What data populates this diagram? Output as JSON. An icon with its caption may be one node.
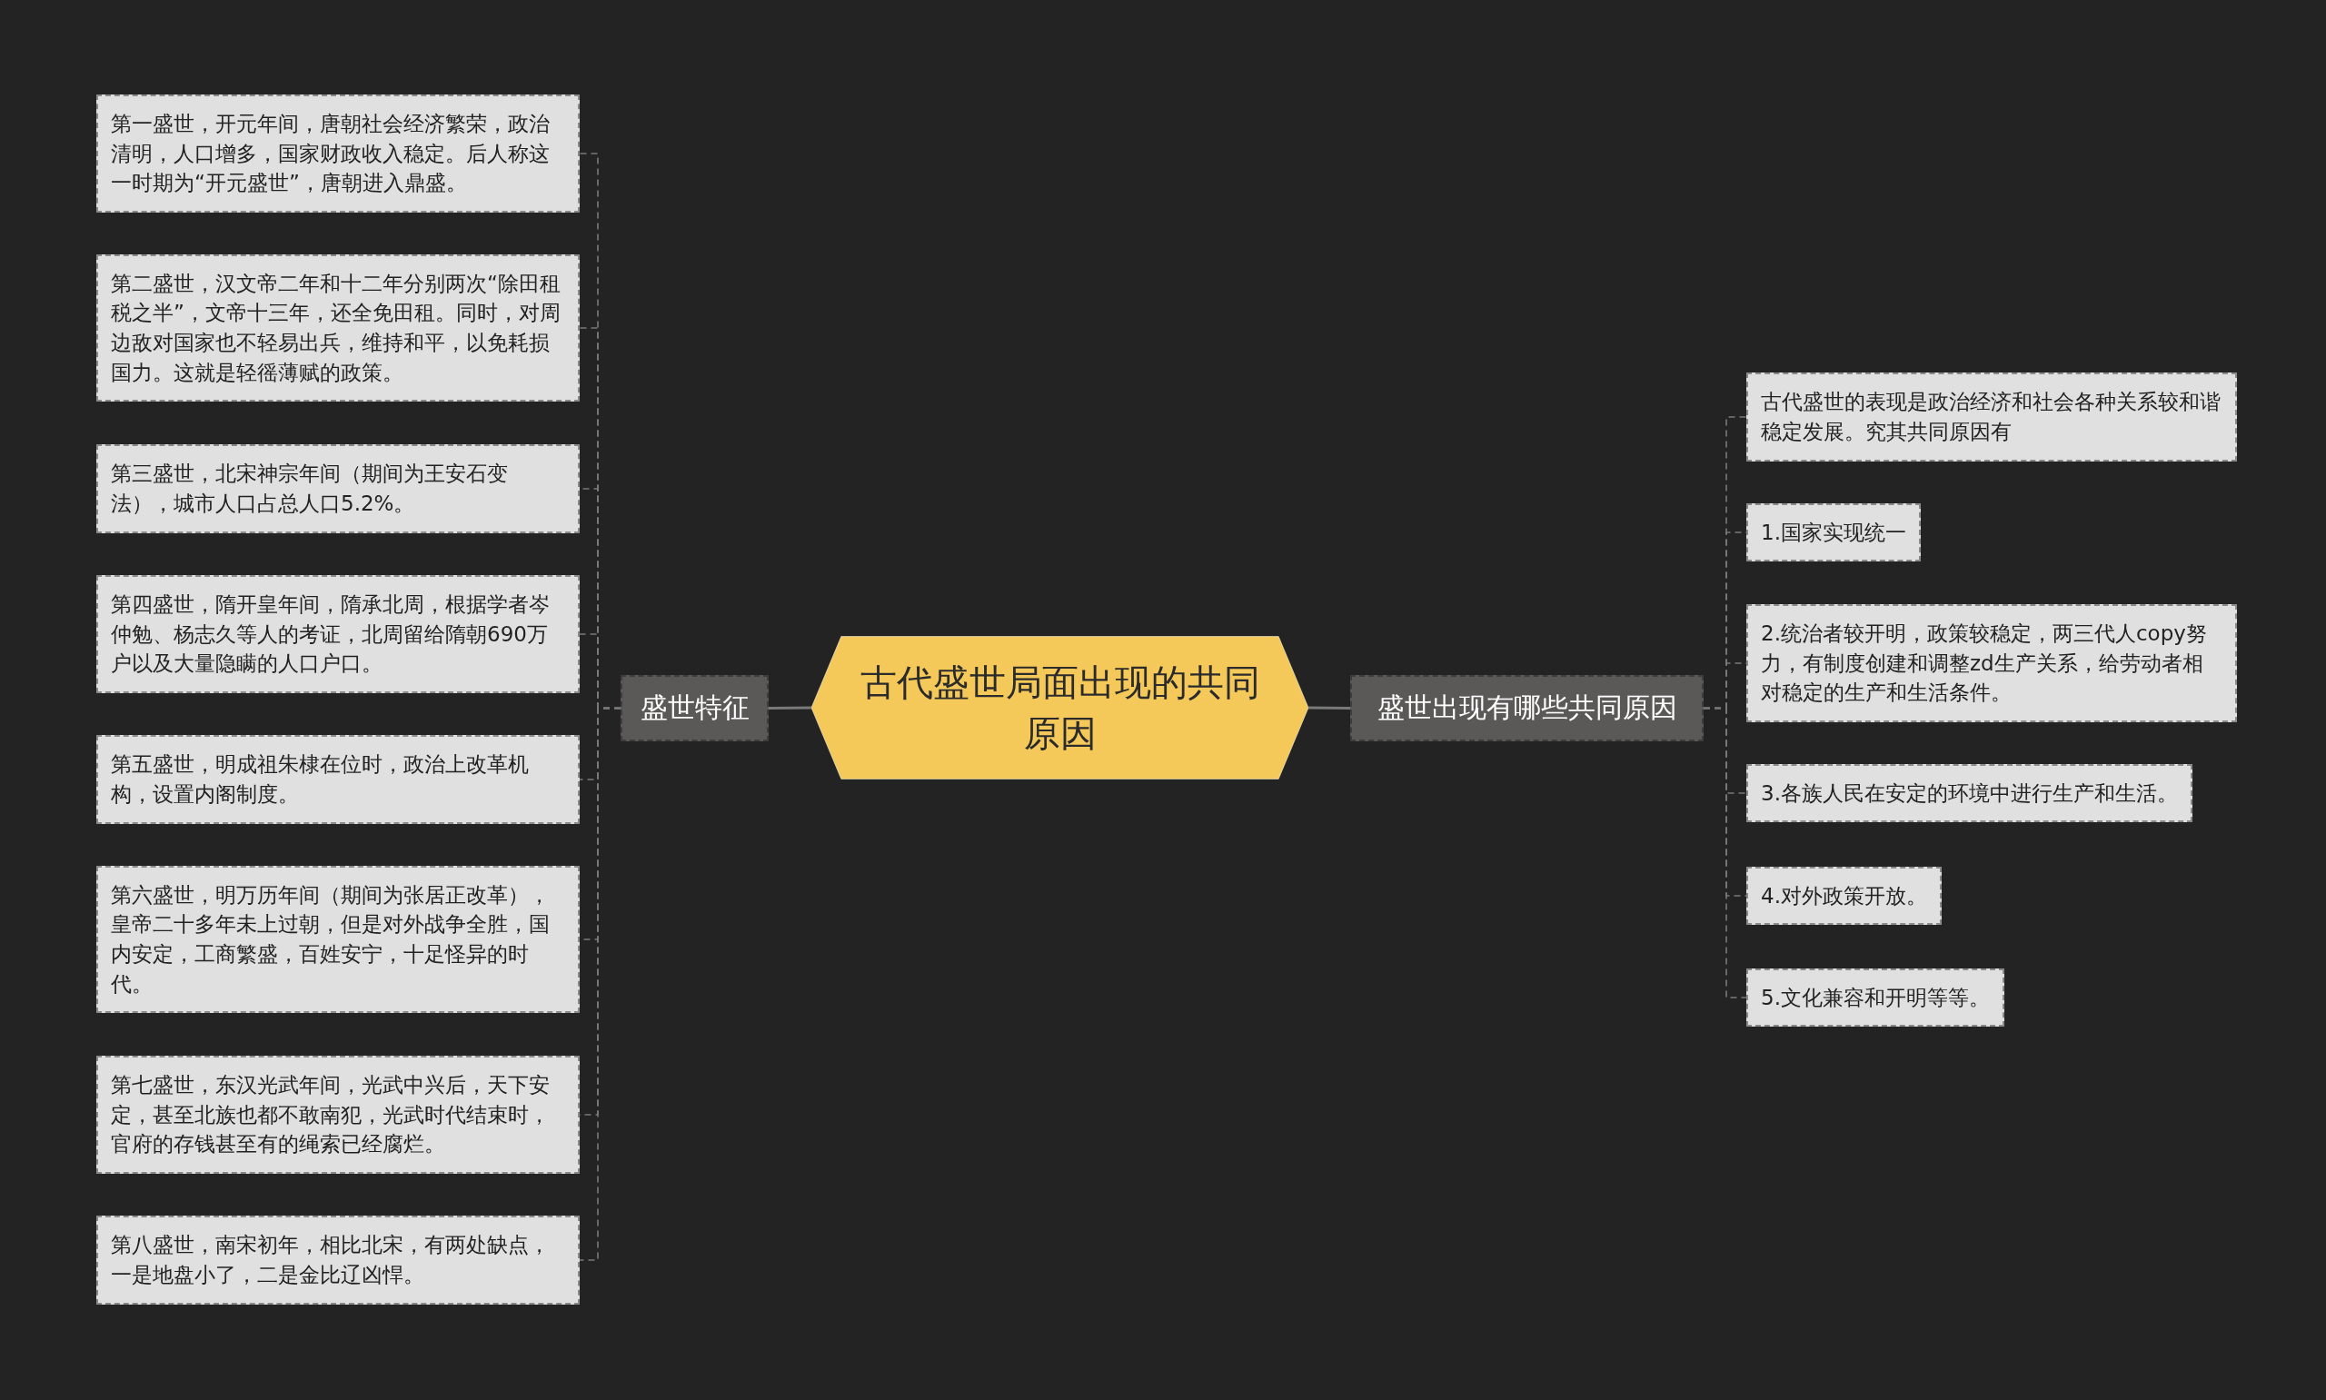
{
  "diagram": {
    "nodes": [
      {
        "text": [
          "古代盛世局面出现的共同原因"
        ]
      },
      {
        "text": [
          "盛世特征"
        ]
      },
      {
        "text": [
          "第一盛世，开元年间，唐朝社会经济繁荣，政治清明，人口增多，国家财政收入稳定。后人称这一时期为“开元盛世”，唐朝进入鼎盛。"
        ]
      },
      {
        "text": [
          "第二盛世，汉文帝二年和十二年分别两次“除田租税之半”，文帝十三年，还全免田租。同时，对周边敌对国家也不轻易出兵，维持和平，以免耗损国力。这就是轻徭薄赋的政策。"
        ]
      },
      {
        "text": [
          "第三盛世，北宋神宗年间（期间为王安石变法），城市人口占总人口5.2%。"
        ]
      },
      {
        "text": [
          "第四盛世，隋开皇年间，隋承北周，根据学者岑仲勉、杨志久等人的考证，北周留给隋朝690万户以及大量隐瞒的人口户口。"
        ]
      },
      {
        "text": [
          "第五盛世，明成祖朱棣在位时，政治上改革机构，设置内阁制度。"
        ]
      },
      {
        "text": [
          "第六盛世，明万历年间（期间为张居正改革），皇帝二十多年未上过朝，但是对外战争全胜，国内安定，工商繁盛，百姓安宁，十足怪异的时代。"
        ]
      },
      {
        "text": [
          "第七盛世，东汉光武年间，光武中兴后，天下安定，甚至北族也都不敢南犯，光武时代结束时，官府的存钱甚至有的绳索已经腐烂。"
        ]
      },
      {
        "text": [
          "第八盛世，南宋初年，相比北宋，有两处缺点，一是地盘小了，二是金比辽凶悍。"
        ]
      },
      {
        "text": [
          "盛世出现有哪些共同原因"
        ]
      },
      {
        "text": [
          "古代盛世的表现是政治经济和社会各种关系较和谐稳定发展。究其共同原因有"
        ]
      },
      {
        "text": [
          "1.国家实现统一"
        ]
      },
      {
        "text": [
          "2.统治者较开明，政策较稳定，两三代人copy努力，有制度创建和调整zd生产关系，给劳动者相对稳定的生产和生活条件。"
        ]
      },
      {
        "text": [
          "3.各族人民在安定的环境中进行生产和生活。"
        ]
      },
      {
        "text": [
          "4.对外政策开放。"
        ]
      },
      {
        "text": [
          "5.文化兼容和开明等等。"
        ]
      }
    ],
    "edges": [
      {
        "from": 0,
        "to": 1,
        "arrow": "none"
      },
      {
        "from": 1,
        "to": 2,
        "arrow": "none",
        "style": "dashed"
      },
      {
        "from": 1,
        "to": 3,
        "arrow": "none",
        "style": "dashed"
      },
      {
        "from": 1,
        "to": 4,
        "arrow": "none",
        "style": "dashed"
      },
      {
        "from": 1,
        "to": 5,
        "arrow": "none",
        "style": "dashed"
      },
      {
        "from": 1,
        "to": 6,
        "arrow": "none",
        "style": "dashed"
      },
      {
        "from": 1,
        "to": 7,
        "arrow": "none",
        "style": "dashed"
      },
      {
        "from": 1,
        "to": 8,
        "arrow": "none",
        "style": "dashed"
      },
      {
        "from": 1,
        "to": 9,
        "arrow": "none",
        "style": "dashed"
      },
      {
        "from": 0,
        "to": 10,
        "arrow": "none"
      },
      {
        "from": 10,
        "to": 11,
        "arrow": "none",
        "style": "dashed"
      },
      {
        "from": 10,
        "to": 12,
        "arrow": "none",
        "style": "dashed"
      },
      {
        "from": 10,
        "to": 13,
        "arrow": "none",
        "style": "dashed"
      },
      {
        "from": 10,
        "to": 14,
        "arrow": "none",
        "style": "dashed"
      },
      {
        "from": 10,
        "to": 15,
        "arrow": "none",
        "style": "dashed"
      },
      {
        "from": 10,
        "to": 16,
        "arrow": "none",
        "style": "dashed"
      }
    ]
  }
}
